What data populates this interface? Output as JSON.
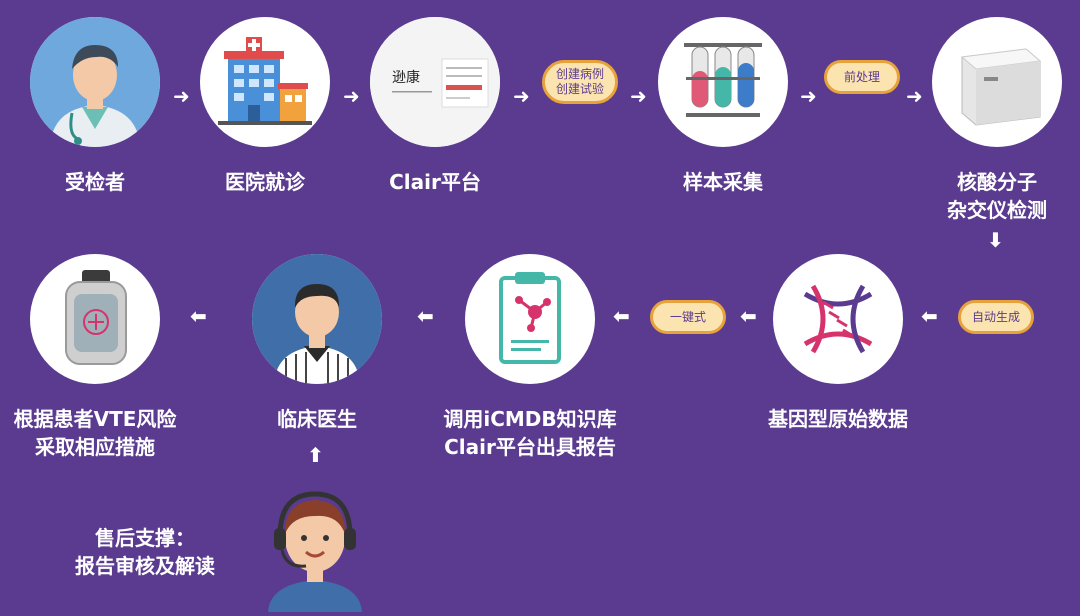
{
  "nodes": {
    "patient": "受检者",
    "hospital": "医院就诊",
    "clair": "Clair平台",
    "sample": "样本采集",
    "hybrid": [
      "核酸分子",
      "杂交仪检测"
    ],
    "raw": "基因型原始数据",
    "report": [
      "调用iCMDB知识库",
      "Clair平台出具报告"
    ],
    "clinician": "临床医生",
    "measure": [
      "根据患者VTE风险",
      "采取相应措施"
    ],
    "support": [
      "售后支撑：",
      "报告审核及解读"
    ]
  },
  "pills": {
    "create": [
      "创建病例",
      "创建试验"
    ],
    "preprocess": "前处理",
    "auto": "自动生成",
    "onekey": "一键式"
  },
  "screenshot_logo": "逊康",
  "colors": {
    "background": "#5a3b8f",
    "pill_fill": "#fbe4b0",
    "pill_border": "#e8a23b"
  }
}
